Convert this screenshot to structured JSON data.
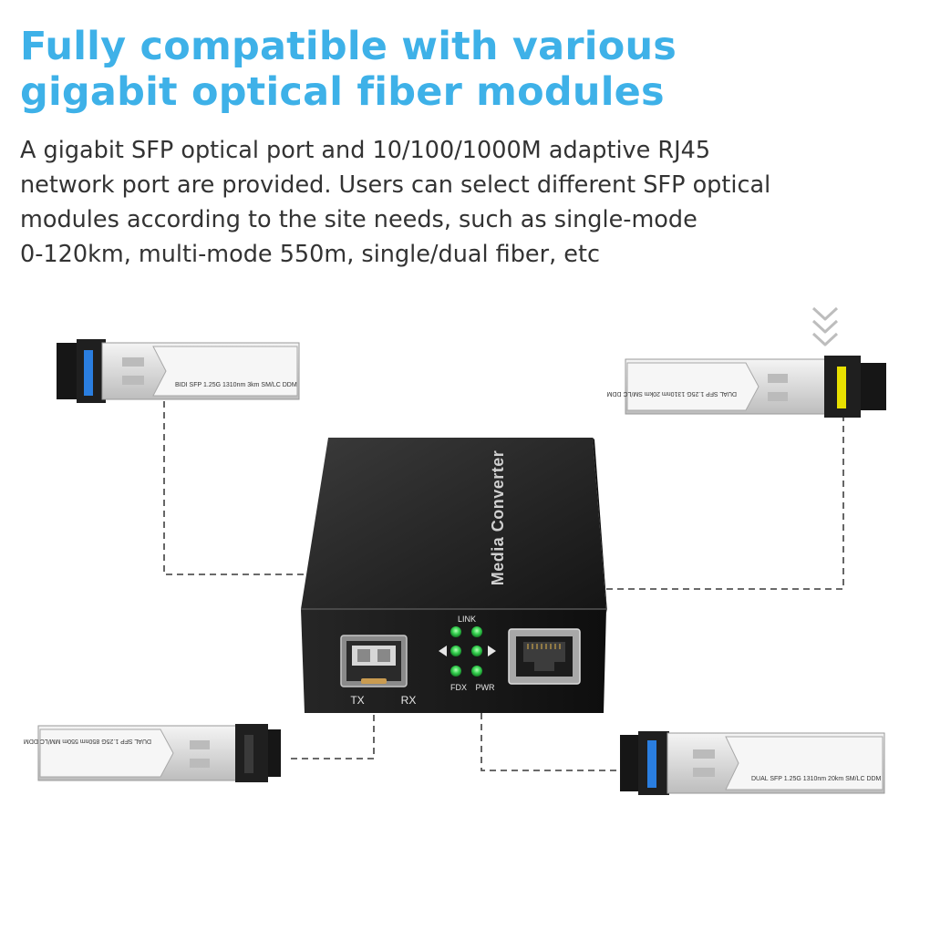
{
  "headline": {
    "line1": "Fully compatible with various",
    "line2": "gigabit optical fiber modules"
  },
  "description": {
    "lines": [
      "A gigabit SFP optical port and 10/100/1000M adaptive RJ45",
      "network port are provided. Users can select different SFP optical",
      "modules according to the site needs, such as single-mode",
      "0-120km, multi-mode 550m, single/dual fiber, etc"
    ]
  },
  "device": {
    "brand_label": "Media Converter",
    "led_link_label": "LINK",
    "led_fdx_label": "FDX",
    "led_pwr_label": "PWR",
    "sfp_tx_label": "TX",
    "sfp_rx_label": "RX"
  },
  "modules": {
    "top_left_label": "BIDI SFP 1.25G 1310nm 3km SM/LC DDM",
    "top_right_label": "DUAL SFP 1.25G 1310nm 20km SM/LC DDM",
    "bottom_left_label": "DUAL SFP 1.25G 850nm 550m MM/LC DDM",
    "bottom_right_label": "DUAL SFP 1.25G 1310nm 20km SM/LC DDM"
  },
  "colors": {
    "headline": "#3eb1e8",
    "body_text": "#333333",
    "device_body": "#1f1f1f",
    "led_green": "#39d353",
    "latch_blue": "#2a7ee0",
    "latch_yellow": "#e8e000",
    "dashed_line": "#555555"
  }
}
